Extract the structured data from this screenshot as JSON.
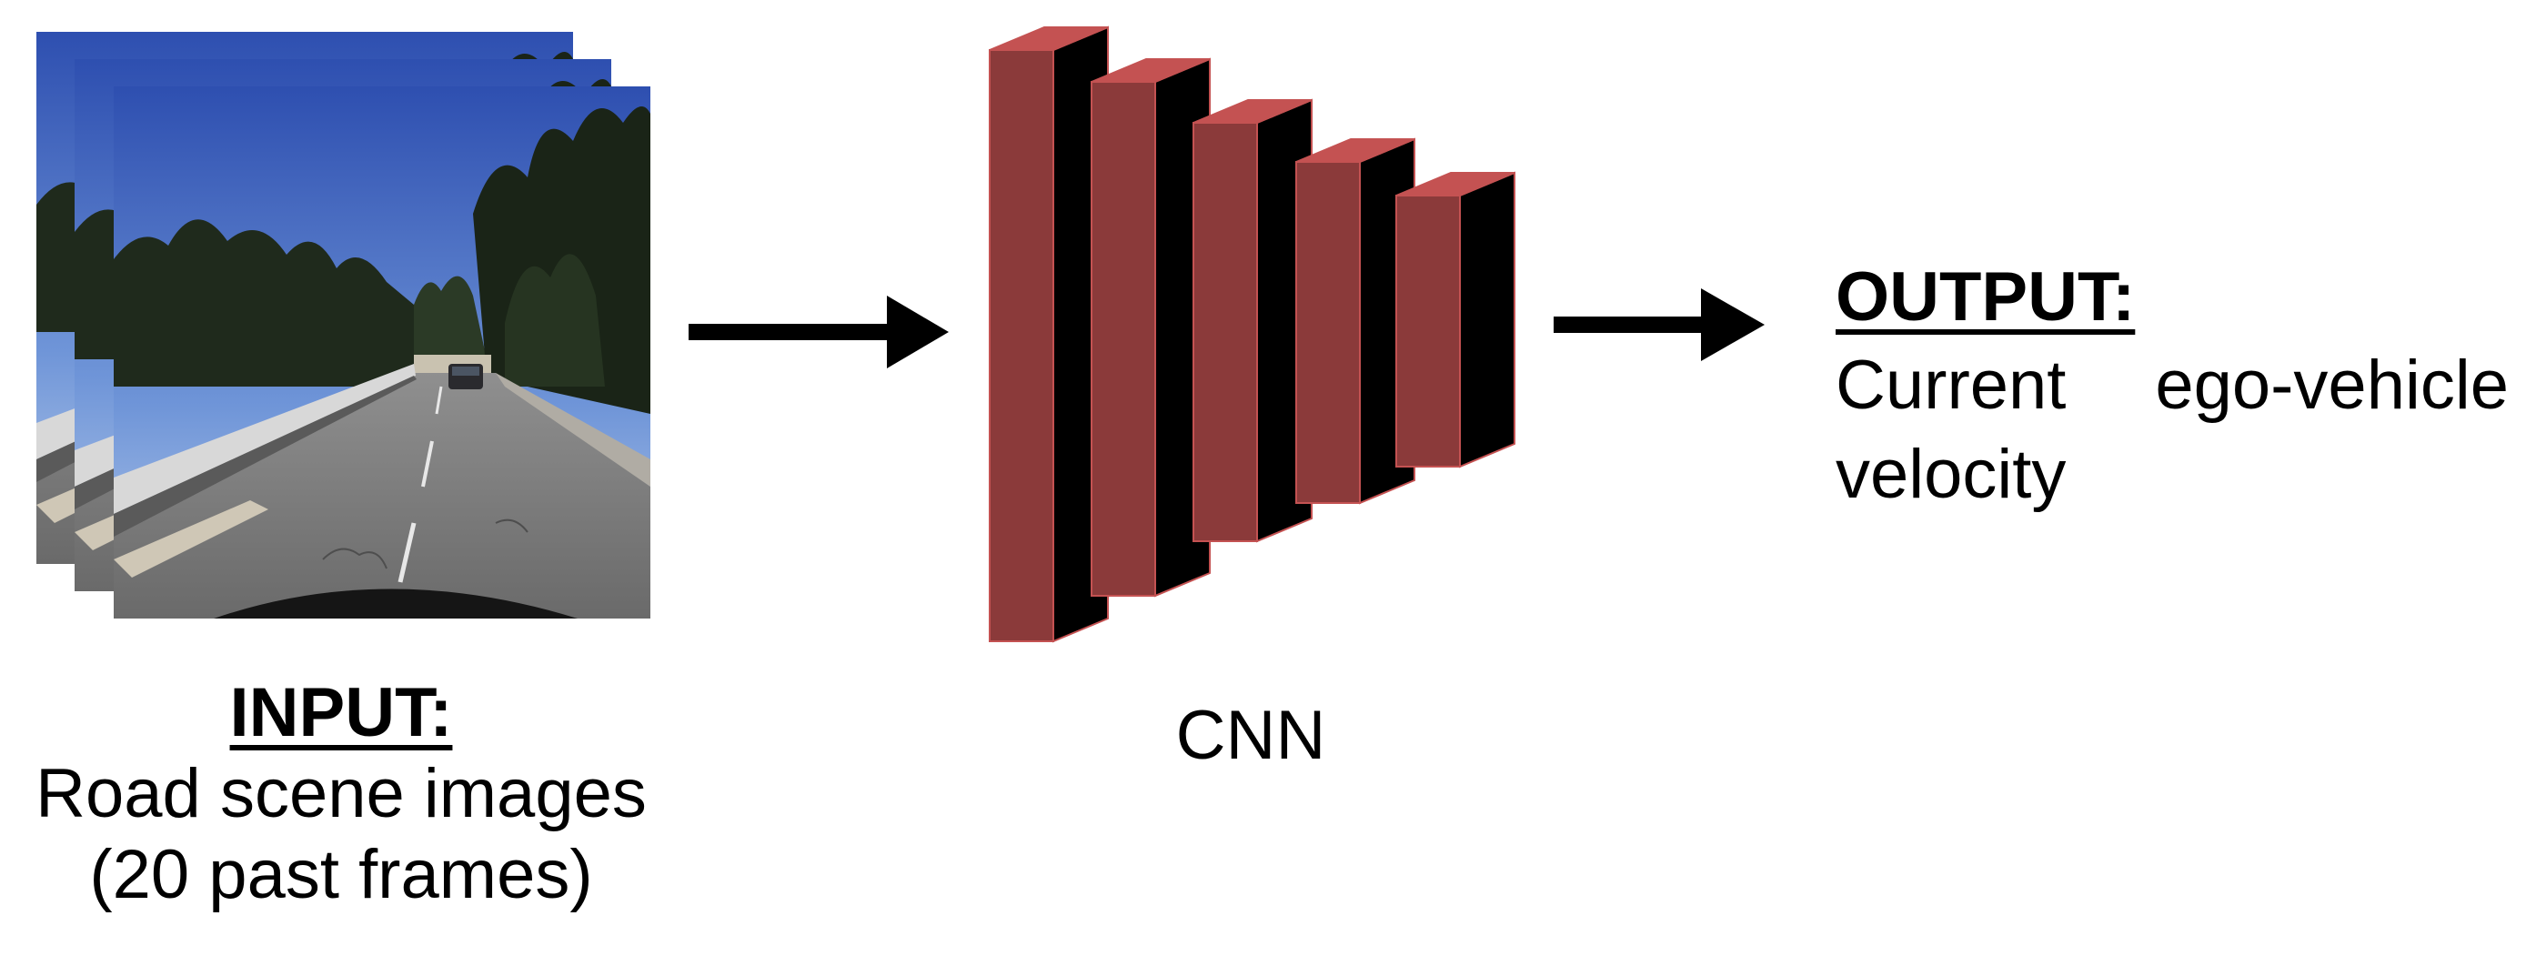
{
  "input": {
    "heading": "INPUT:",
    "line1": "Road scene images",
    "line2": "(20 past frames)"
  },
  "cnn": {
    "label": "CNN",
    "layer_count": 5,
    "face_color": "#8b3a3a",
    "top_color": "#c45252",
    "side_color": "#000000"
  },
  "output": {
    "heading": "OUTPUT:",
    "description": "Current ego-vehicle velocity"
  },
  "icons": {
    "frames": "stacked-road-frames-icon",
    "arrow_in": "arrow-right-icon",
    "arrow_out": "arrow-right-icon"
  }
}
